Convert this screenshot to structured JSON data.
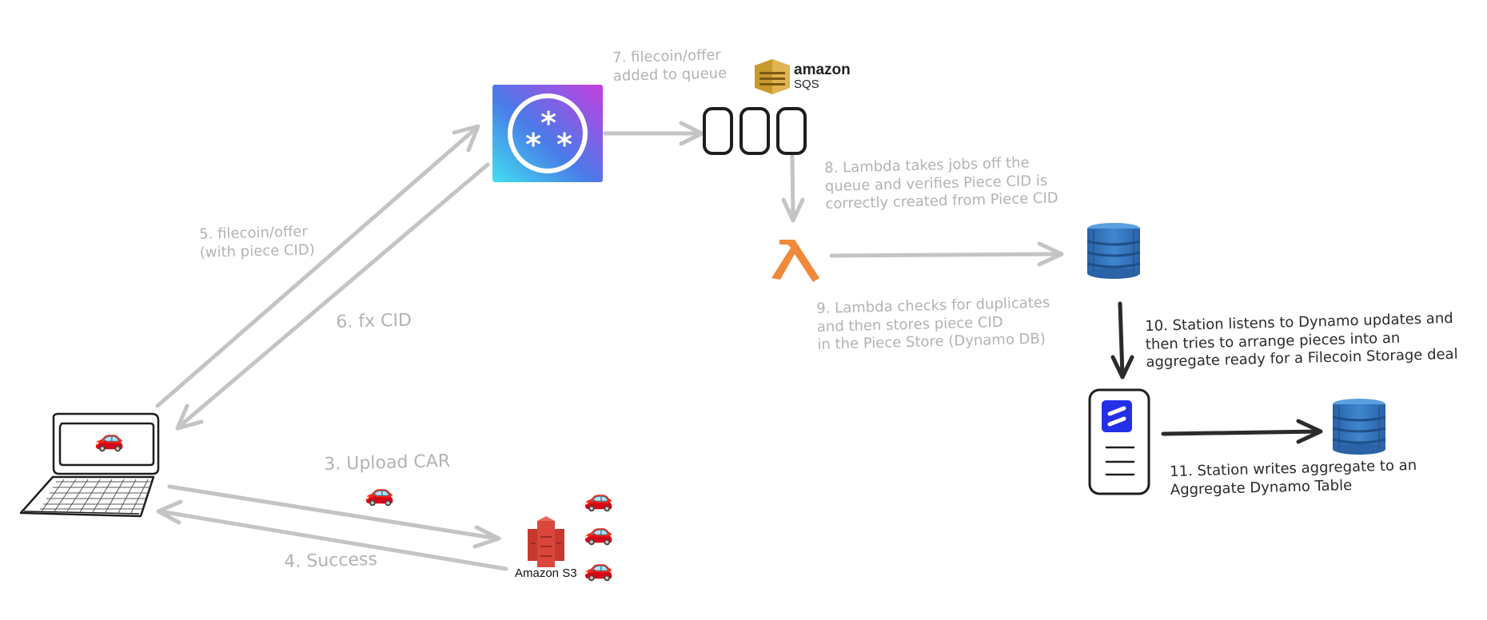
{
  "steps": {
    "step3": "3. Upload CAR",
    "step4": "4. Success",
    "step5": "5. filecoin/offer\n(with piece CID)",
    "step6": "6. fx CID",
    "step7": "7. filecoin/offer\nadded to queue",
    "step8": "8. Lambda takes jobs off the\nqueue and verifies Piece CID is\ncorrectly created from Piece CID",
    "step9": "9. Lambda checks for duplicates\nand then stores piece CID\nin the Piece Store (Dynamo DB)",
    "step10": "10. Station listens to Dynamo updates and\nthen tries to arrange pieces into an\naggregate ready for a Filecoin Storage deal",
    "step11": "11. Station writes aggregate to an\nAggregate Dynamo Table"
  },
  "logos": {
    "sqs_brand": "amazon",
    "sqs_product": "SQS",
    "s3_label": "Amazon S3",
    "lambda_symbol": "λ"
  },
  "icons": {
    "client": "laptop-icon",
    "service": "storacha-service-icon",
    "queue": "queue-icon",
    "sqs": "amazon-sqs-icon",
    "lambda": "lambda-icon",
    "piece_store": "dynamodb-icon",
    "station": "station-device-icon",
    "aggregate_store": "dynamodb-icon",
    "s3": "amazon-s3-icon",
    "car": "car-icon"
  },
  "colors": {
    "arrow_grey": "#c4c4c4",
    "arrow_dark": "#2b2b2b",
    "lambda_orange": "#f0893a",
    "dynamo_blue": "#2e73b8",
    "s3_red": "#d9473c",
    "sqs_gold": "#c79a2b",
    "station_blue": "#2430e6"
  },
  "car_emoji": "🚗"
}
